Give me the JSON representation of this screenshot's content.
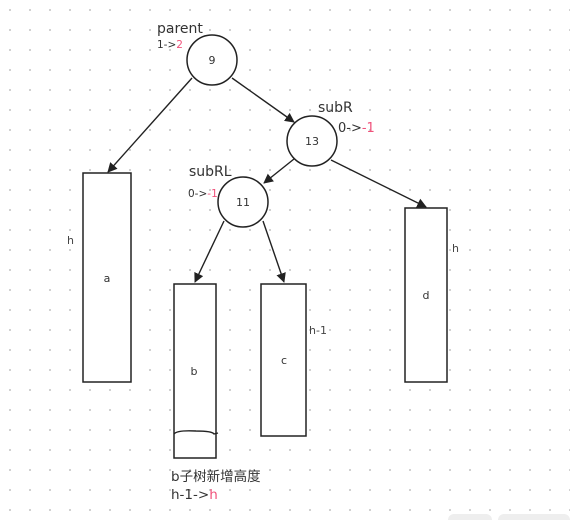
{
  "nodes": {
    "parent": {
      "value": "9",
      "name": "parent",
      "bf_from": "1->",
      "bf_to": "2"
    },
    "subR": {
      "value": "13",
      "name": "subR",
      "bf_from": "0->",
      "bf_to": "-1"
    },
    "subRL": {
      "value": "11",
      "name": "subRL",
      "bf_from": "0->",
      "bf_to": "-1"
    }
  },
  "subtrees": {
    "a": {
      "label": "a",
      "height": "h"
    },
    "b": {
      "label": "b"
    },
    "c": {
      "label": "c",
      "height": "h-1"
    },
    "d": {
      "label": "d",
      "height": "h"
    }
  },
  "note": {
    "line1": "b子树新增高度",
    "line2_prefix": "h-1->",
    "line2_value": "h"
  },
  "colors": {
    "highlight": "#f0527b",
    "stroke": "#222222",
    "grid_dot": "#c4c4c4"
  }
}
